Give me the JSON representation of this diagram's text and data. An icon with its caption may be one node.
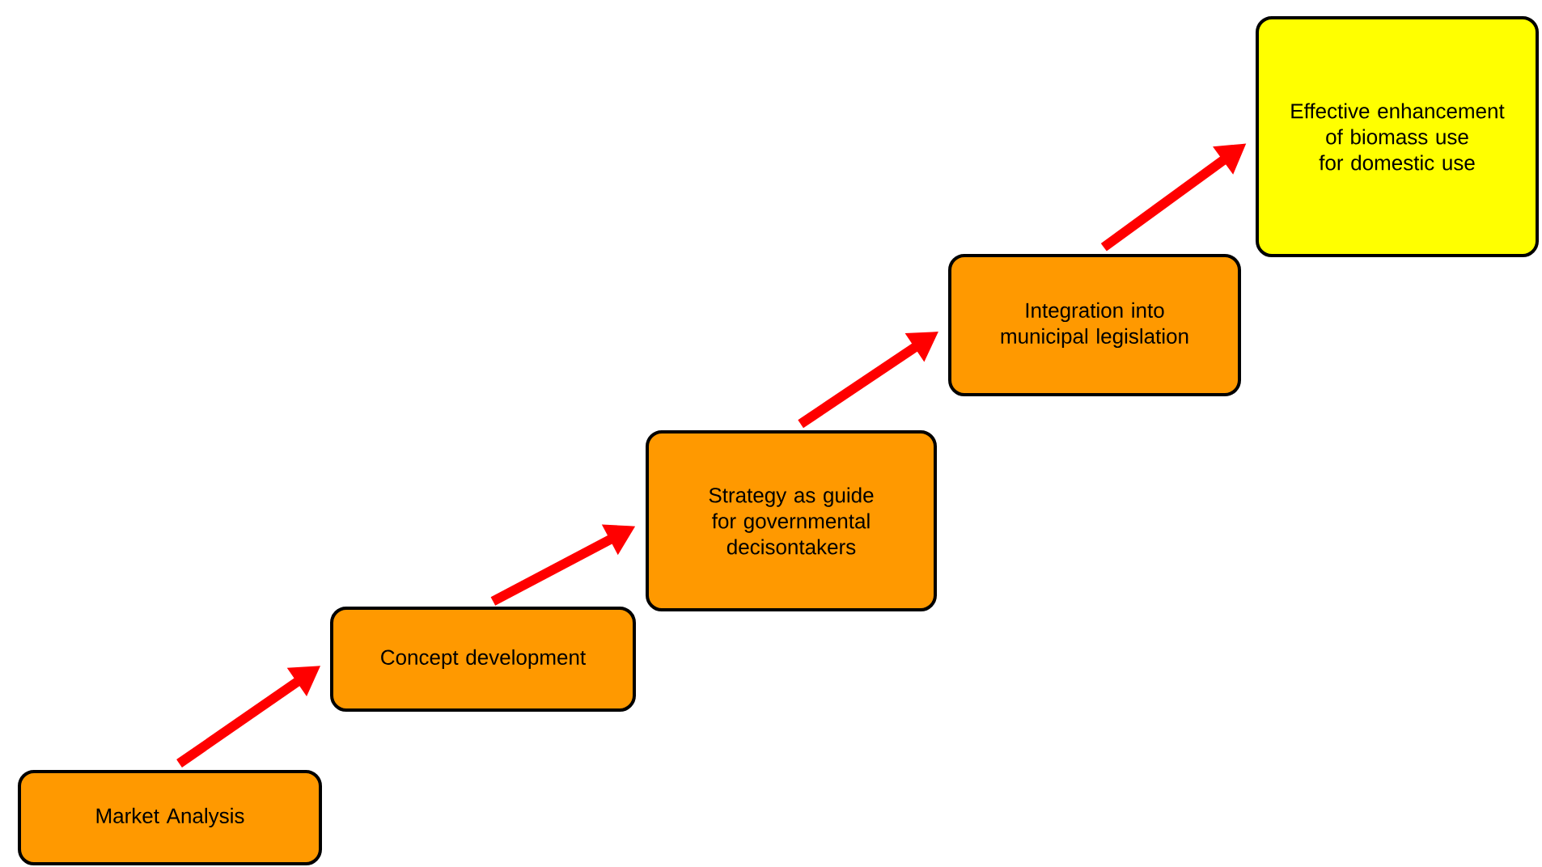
{
  "diagram": {
    "nodes": [
      {
        "text": [
          "Market Analysis"
        ]
      },
      {
        "text": [
          "Concept development"
        ]
      },
      {
        "text": [
          "Strategy as guide for governmental decisontakers"
        ]
      },
      {
        "text": [
          "Integration into municipal legislation"
        ]
      },
      {
        "text": [
          "Effective enhancement of biomass use for domestic use"
        ]
      }
    ],
    "edges": [
      {
        "from": 0,
        "to": 1,
        "arrow": "to"
      },
      {
        "from": 1,
        "to": 2,
        "arrow": "to"
      },
      {
        "from": 2,
        "to": 3,
        "arrow": "to"
      },
      {
        "from": 3,
        "to": 4,
        "arrow": "to"
      }
    ]
  }
}
